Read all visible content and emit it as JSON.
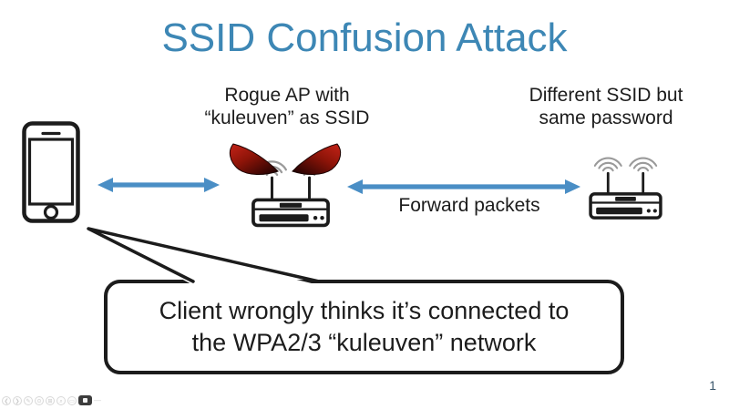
{
  "slide": {
    "title": "SSID Confusion Attack",
    "page_number": "1"
  },
  "colors": {
    "title": "#3d87b5",
    "arrow": "#4a8ec5",
    "ink": "#1c1c1c",
    "horn_bright": "#c42318",
    "horn_dark": "#230303",
    "page_number": "#3a566b"
  },
  "diagram": {
    "rogue_ap_label": {
      "line1": "Rogue AP with",
      "line2": "“kuleuven” as SSID"
    },
    "other_ap_label": {
      "line1": "Different SSID but",
      "line2": "same password"
    },
    "forward_packets_label": "Forward packets",
    "icons": {
      "client": "smartphone-icon",
      "rogue_ap": "wifi-router-with-devil-horns-icon",
      "other_ap": "wifi-router-icon",
      "links": "double-headed-arrow-icon"
    }
  },
  "callout": {
    "line1": "Client wrongly thinks it’s connected to",
    "line2": "the WPA2/3 “kuleuven” network"
  },
  "toolbar": {
    "items": [
      {
        "name": "previous-slide",
        "glyph": "❮"
      },
      {
        "name": "next-slide",
        "glyph": "❯"
      },
      {
        "name": "ink-pen",
        "glyph": "✎"
      },
      {
        "name": "laser-pointer",
        "glyph": "⊙"
      },
      {
        "name": "all-slides",
        "glyph": "⊞"
      },
      {
        "name": "zoom-slide",
        "glyph": "⌕"
      },
      {
        "name": "captions",
        "glyph": "▭"
      },
      {
        "name": "more-options",
        "glyph": "—"
      }
    ]
  }
}
